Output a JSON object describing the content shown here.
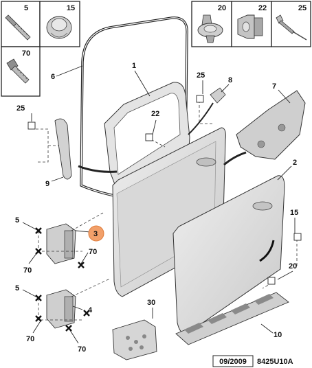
{
  "fastener_boxes": [
    {
      "ref": "5",
      "icon": "bolt-icon"
    },
    {
      "ref": "15",
      "icon": "clip-icon"
    },
    {
      "ref": "20",
      "icon": "push-clip-icon"
    },
    {
      "ref": "22",
      "icon": "plug-clip-icon"
    },
    {
      "ref": "25",
      "icon": "rivet-icon"
    },
    {
      "ref": "70",
      "icon": "flange-bolt-icon"
    }
  ],
  "callouts": {
    "c1": "1",
    "c2": "2",
    "c3": "3",
    "c4": "4",
    "c6": "6",
    "c7": "7",
    "c8": "8",
    "c9": "9",
    "c10": "10",
    "c22": "22",
    "c25a": "25",
    "c25b": "25",
    "c15": "15",
    "c20": "20",
    "c30": "30",
    "c5a": "5",
    "c5b": "5",
    "c70a": "70",
    "c70b": "70",
    "c70c": "70",
    "c70d": "70"
  },
  "footer": {
    "date": "09/2009",
    "code": "8425U10A"
  },
  "colors": {
    "highlight": "#f2a06a",
    "part": "#dcdcdc",
    "line": "#2a2a2a"
  }
}
